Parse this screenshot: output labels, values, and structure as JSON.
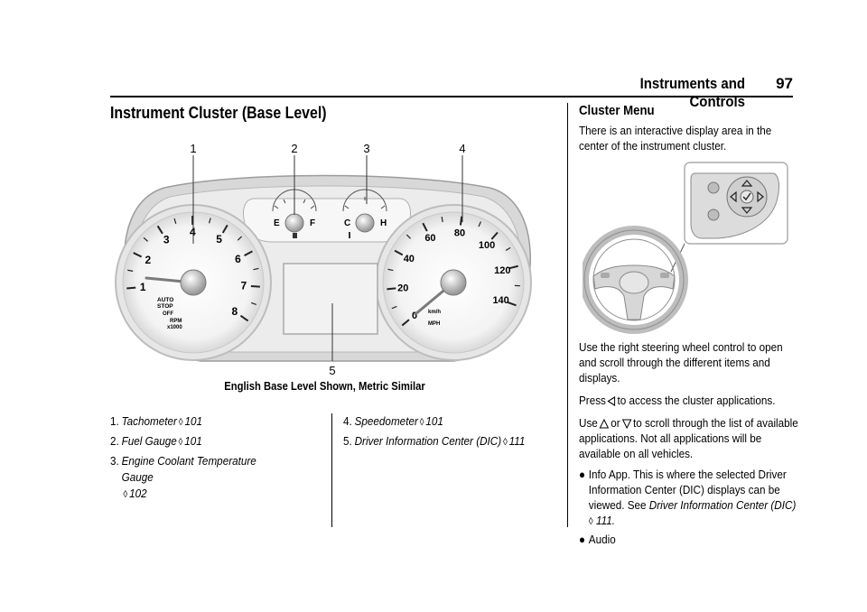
{
  "header": {
    "title": "Instruments and Controls",
    "page_number": "97"
  },
  "left": {
    "section_title": "Instrument Cluster (Base Level)",
    "figure": {
      "callouts": [
        "1",
        "2",
        "3",
        "4",
        "5"
      ],
      "tach_labels": [
        "1",
        "2",
        "3",
        "4",
        "5",
        "6",
        "7",
        "8"
      ],
      "tach_units": [
        "RPM",
        "x1000"
      ],
      "auto_stop": [
        "AUTO",
        "STOP"
      ],
      "off": "OFF",
      "speed_labels": [
        "0",
        "20",
        "40",
        "60",
        "80",
        "100",
        "120",
        "140"
      ],
      "speed_units": [
        "km/h",
        "MPH"
      ],
      "fuel_labels": [
        "E",
        "F"
      ],
      "temp_labels": [
        "C",
        "H"
      ]
    },
    "caption": "English Base Level Shown, Metric Similar",
    "list_col1": [
      {
        "num": "1.",
        "label": "Tachometer",
        "page": "101"
      },
      {
        "num": "2.",
        "label": "Fuel Gauge",
        "page": "101"
      },
      {
        "num": "3.",
        "label": "Engine Coolant Temperature Gauge",
        "page": "102"
      }
    ],
    "list_col2": [
      {
        "num": "4.",
        "label": "Speedometer",
        "page": "101"
      },
      {
        "num": "5.",
        "label": "Driver Information Center (DIC)",
        "page": "111"
      }
    ]
  },
  "right": {
    "title": "Cluster Menu",
    "intro": "There is an interactive display area in the center of the instrument cluster.",
    "para1": "Use the right steering wheel control to open and scroll through the different items and displays.",
    "para2_a": "Press",
    "para2_b": "to access the cluster applications.",
    "para3_a": "Use",
    "para3_or": "or",
    "para3_b": "to scroll through the list of available applications. Not all applications will be available on all vehicles.",
    "bullet1_a": "Info App. This is where the selected Driver Information Center (DIC) displays can be viewed. See",
    "bullet1_ref": "Driver Information Center (DIC)",
    "bullet1_page": "111.",
    "bullet2": "Audio"
  },
  "colors": {
    "gauge_fill": "#f2f2f2",
    "rim": "#cfcfcf",
    "bezel": "#e3e3e3",
    "text": "#000000"
  }
}
